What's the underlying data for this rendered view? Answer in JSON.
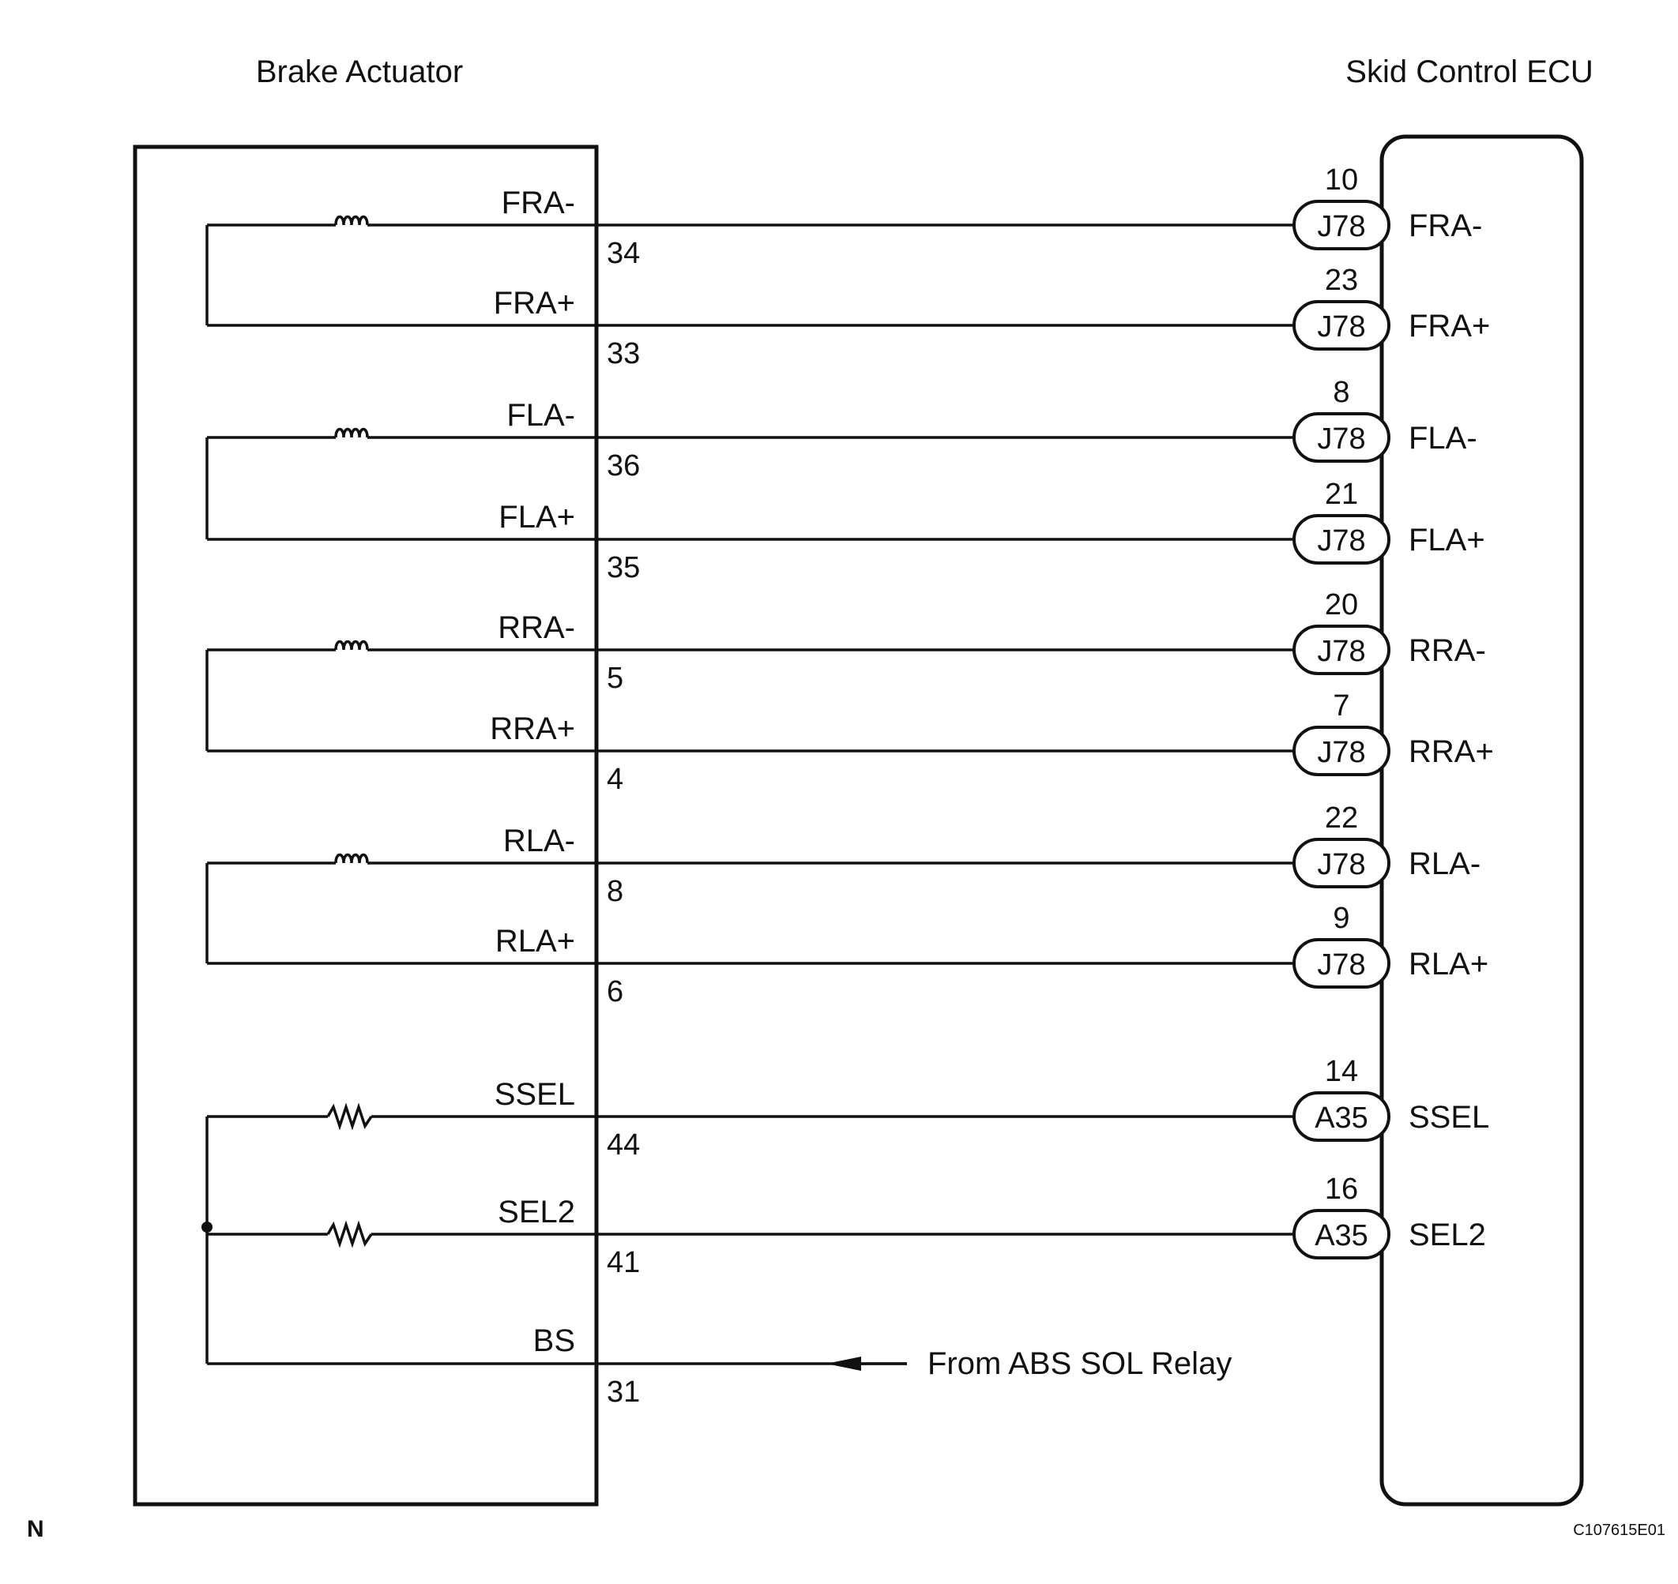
{
  "left_component": {
    "title": "Brake Actuator"
  },
  "right_component": {
    "title": "Skid Control ECU"
  },
  "wires": [
    {
      "act_signal": "FRA-",
      "act_pin": "34",
      "ecu_pin": "10",
      "connector": "J78",
      "ecu_signal": "FRA-",
      "element": "coil"
    },
    {
      "act_signal": "FRA+",
      "act_pin": "33",
      "ecu_pin": "23",
      "connector": "J78",
      "ecu_signal": "FRA+"
    },
    {
      "act_signal": "FLA-",
      "act_pin": "36",
      "ecu_pin": "8",
      "connector": "J78",
      "ecu_signal": "FLA-",
      "element": "coil"
    },
    {
      "act_signal": "FLA+",
      "act_pin": "35",
      "ecu_pin": "21",
      "connector": "J78",
      "ecu_signal": "FLA+"
    },
    {
      "act_signal": "RRA-",
      "act_pin": "5",
      "ecu_pin": "20",
      "connector": "J78",
      "ecu_signal": "RRA-",
      "element": "coil"
    },
    {
      "act_signal": "RRA+",
      "act_pin": "4",
      "ecu_pin": "7",
      "connector": "J78",
      "ecu_signal": "RRA+"
    },
    {
      "act_signal": "RLA-",
      "act_pin": "8",
      "ecu_pin": "22",
      "connector": "J78",
      "ecu_signal": "RLA-",
      "element": "coil"
    },
    {
      "act_signal": "RLA+",
      "act_pin": "6",
      "ecu_pin": "9",
      "connector": "J78",
      "ecu_signal": "RLA+"
    },
    {
      "act_signal": "SSEL",
      "act_pin": "44",
      "ecu_pin": "14",
      "connector": "A35",
      "ecu_signal": "SSEL",
      "element": "resistor"
    },
    {
      "act_signal": "SEL2",
      "act_pin": "41",
      "ecu_pin": "16",
      "connector": "A35",
      "ecu_signal": "SEL2",
      "element": "resistor"
    }
  ],
  "bs_wire": {
    "act_signal": "BS",
    "act_pin": "31",
    "source_label": "From ABS SOL Relay"
  },
  "corner_label": "N",
  "figure_id": "C107615E01"
}
